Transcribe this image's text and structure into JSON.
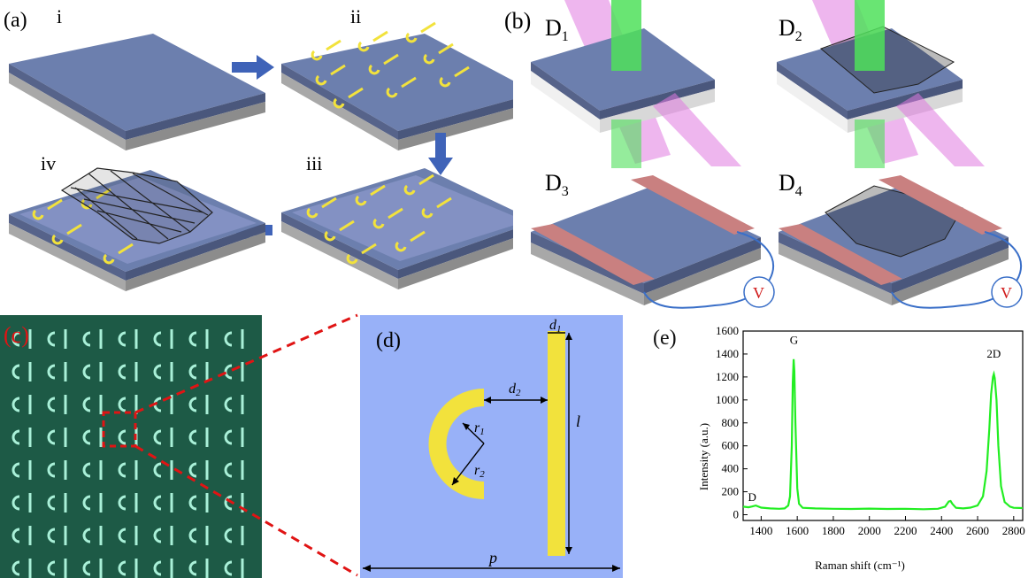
{
  "panels": {
    "a": {
      "label": "(a)",
      "steps": [
        "i",
        "ii",
        "iii",
        "iv"
      ]
    },
    "b": {
      "label": "(b)",
      "devices": [
        {
          "main": "D",
          "sub": "1"
        },
        {
          "main": "D",
          "sub": "2"
        },
        {
          "main": "D",
          "sub": "3"
        },
        {
          "main": "D",
          "sub": "4"
        }
      ],
      "meter_label": "V"
    },
    "c": {
      "label": "(c)"
    },
    "d": {
      "label": "(d)",
      "dims": {
        "d1": "d",
        "d1_sub": "1",
        "d2": "d",
        "d2_sub": "2",
        "r1": "r",
        "r1_sub": "1",
        "r2": "r",
        "r2_sub": "2",
        "l": "l",
        "p": "p"
      }
    },
    "e": {
      "label": "(e)"
    }
  },
  "colors": {
    "substrate_top": "#6c7fae",
    "substrate_side": "#56638a",
    "substrate_bottom": "#9a9a9a",
    "gold": "#f2e23c",
    "laser_pump": "#e07ae0",
    "laser_probe": "#4fe05a",
    "electrode": "#c98080",
    "wire": "#3a6fc8",
    "meter_text": "#d01818",
    "arrow": "#3f63b8",
    "microscope_bg": "#1d5a46",
    "microscope_pattern": "#a9f0d8",
    "dashed_red": "#e01414",
    "design_bg": "#98b1f8",
    "spectrum": "#22ee22"
  },
  "chart_data": {
    "type": "line",
    "title": "",
    "xlabel": "Raman shift (cm⁻¹)",
    "ylabel": "Intensity (a.u.)",
    "xlim": [
      1300,
      2850
    ],
    "ylim": [
      -50,
      1600
    ],
    "xticks": [
      1400,
      1600,
      1800,
      2000,
      2200,
      2400,
      2600,
      2800
    ],
    "yticks": [
      0,
      200,
      400,
      600,
      800,
      1000,
      1200,
      1400,
      1600
    ],
    "annotations": [
      {
        "text": "D",
        "x": 1350,
        "y": 120
      },
      {
        "text": "G",
        "x": 1582,
        "y": 1490
      },
      {
        "text": "2D",
        "x": 2690,
        "y": 1370
      }
    ],
    "series": [
      {
        "x": [
          1300,
          1330,
          1350,
          1370,
          1400,
          1450,
          1500,
          1530,
          1550,
          1560,
          1570,
          1575,
          1580,
          1584,
          1590,
          1600,
          1610,
          1630,
          1700,
          1800,
          1900,
          2000,
          2100,
          2200,
          2300,
          2380,
          2420,
          2440,
          2450,
          2460,
          2480,
          2520,
          2560,
          2600,
          2630,
          2650,
          2665,
          2675,
          2685,
          2690,
          2695,
          2705,
          2715,
          2730,
          2750,
          2780,
          2800,
          2850
        ],
        "y": [
          70,
          65,
          72,
          80,
          62,
          55,
          52,
          55,
          80,
          160,
          600,
          1150,
          1355,
          1250,
          800,
          230,
          95,
          60,
          55,
          52,
          50,
          53,
          50,
          52,
          48,
          52,
          70,
          115,
          120,
          95,
          60,
          55,
          62,
          80,
          160,
          380,
          750,
          1050,
          1200,
          1225,
          1190,
          1000,
          600,
          250,
          110,
          70,
          60,
          58
        ]
      }
    ]
  }
}
